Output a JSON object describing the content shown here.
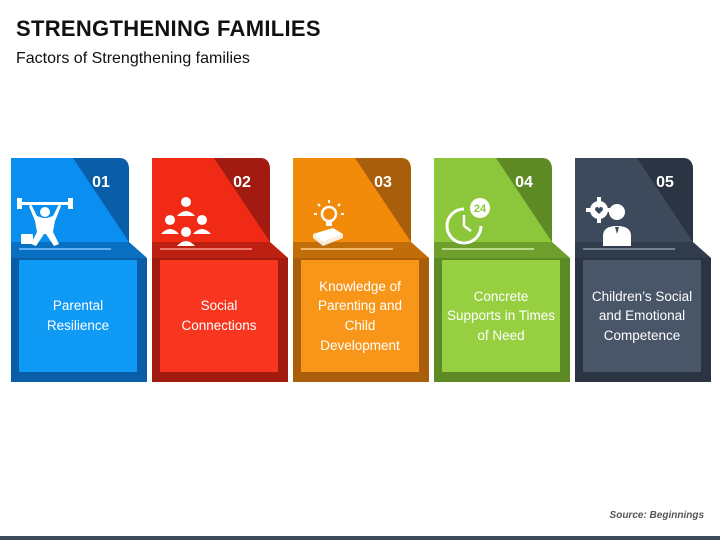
{
  "title": "STRENGTHENING FAMILIES",
  "subtitle": "Factors of Strengthening families",
  "source": "Source: Beginnings",
  "cards": [
    {
      "number": "01",
      "label": "Parental Resilience",
      "icon": "weightlifter-icon",
      "colors": {
        "main": "#0a8ef0",
        "dark": "#0a5ea8",
        "box": "#0f9af5"
      }
    },
    {
      "number": "02",
      "label": "Social Connections",
      "icon": "people-network-icon",
      "colors": {
        "main": "#f02a14",
        "dark": "#a21b10",
        "box": "#f8361f"
      }
    },
    {
      "number": "03",
      "label": "Knowledge of Parenting and Child Development",
      "icon": "lightbulb-book-icon",
      "colors": {
        "main": "#f28a0a",
        "dark": "#a85e0a",
        "box": "#f8961a"
      }
    },
    {
      "number": "04",
      "label": "Concrete Supports in Times of Need",
      "icon": "clock-24-icon",
      "colors": {
        "main": "#8cc63a",
        "dark": "#5e8a26",
        "box": "#96d040"
      }
    },
    {
      "number": "05",
      "label": "Children’s Social and Emotional Competence",
      "icon": "gear-person-icon",
      "colors": {
        "main": "#3d4a5c",
        "dark": "#2a3442",
        "box": "#485668"
      }
    }
  ]
}
